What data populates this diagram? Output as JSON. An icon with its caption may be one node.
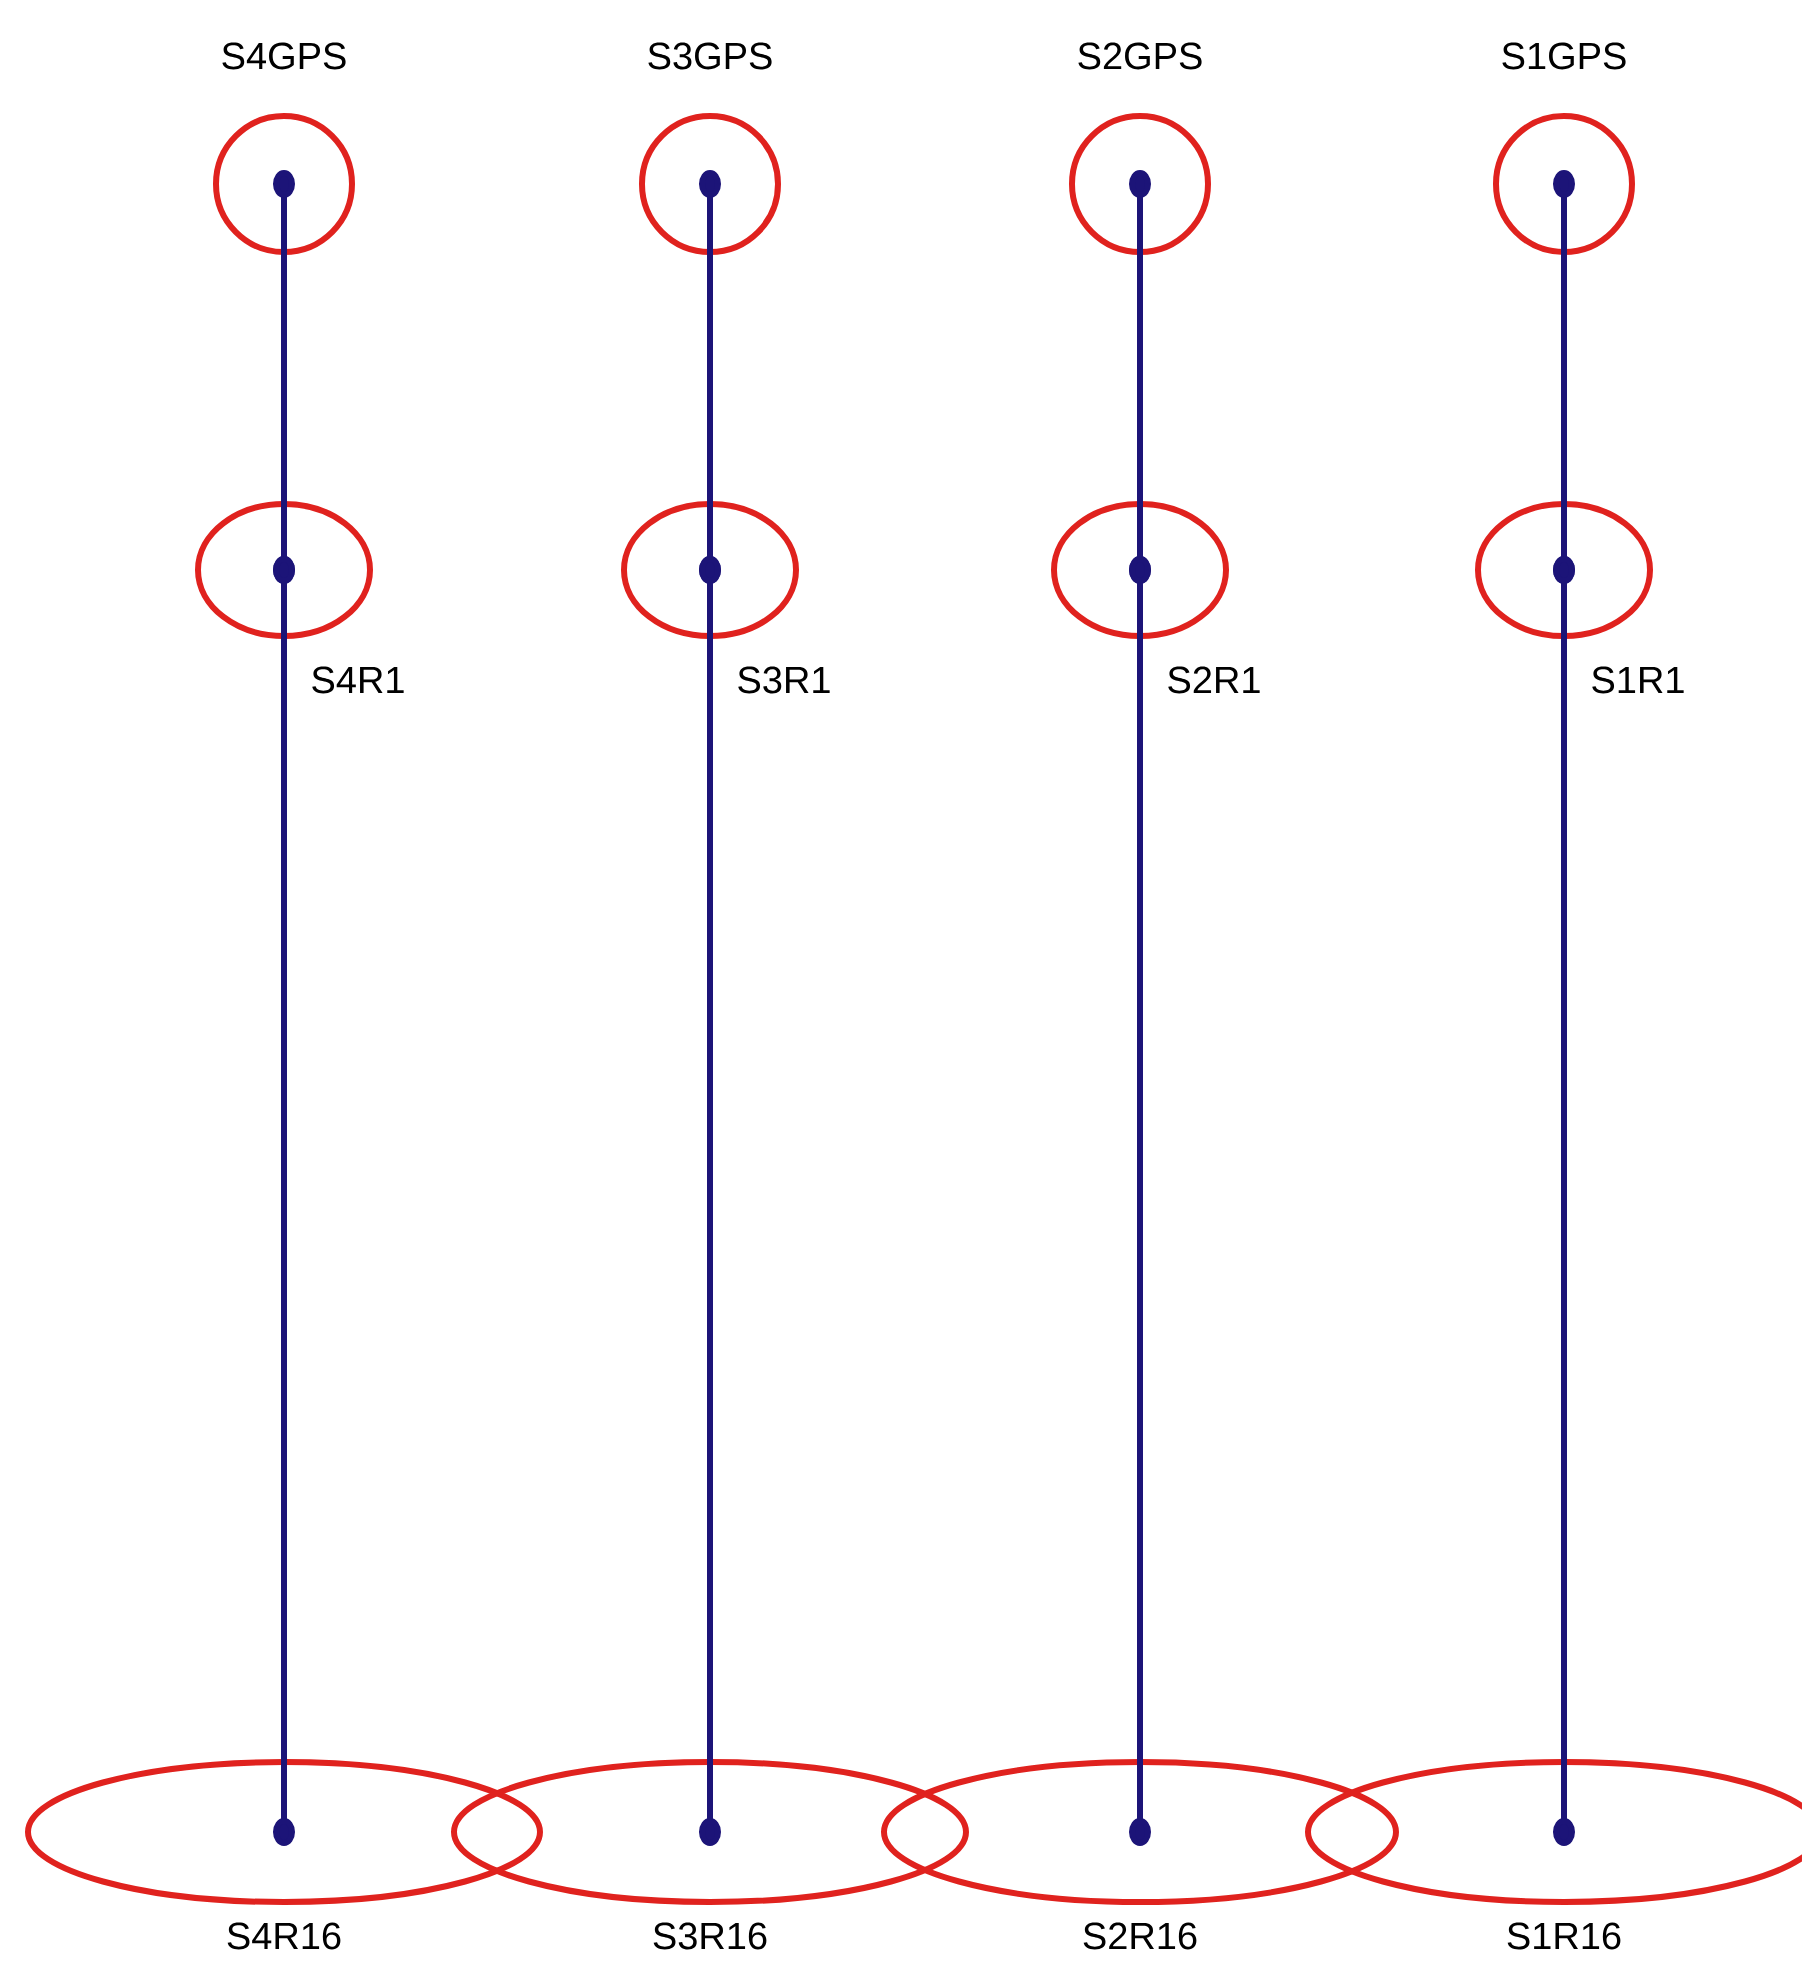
{
  "diagram": {
    "nodes": [
      {
        "text": [
          "S4GPS"
        ]
      },
      {
        "text": [
          "S3GPS"
        ]
      },
      {
        "text": [
          "S2GPS"
        ]
      },
      {
        "text": [
          "S1GPS"
        ]
      },
      {
        "text": [
          "S4R1"
        ]
      },
      {
        "text": [
          "S3R1"
        ]
      },
      {
        "text": [
          "S2R1"
        ]
      },
      {
        "text": [
          "S1R1"
        ]
      },
      {
        "text": [
          "S4R16"
        ]
      },
      {
        "text": [
          "S3R16"
        ]
      },
      {
        "text": [
          "S2R16"
        ]
      },
      {
        "text": [
          "S1R16"
        ]
      }
    ],
    "edges": [
      {
        "from": 0,
        "to": 4,
        "arrow": "other"
      },
      {
        "from": 4,
        "to": 8,
        "arrow": "other"
      },
      {
        "from": 1,
        "to": 5,
        "arrow": "other"
      },
      {
        "from": 5,
        "to": 9,
        "arrow": "other"
      },
      {
        "from": 2,
        "to": 6,
        "arrow": "other"
      },
      {
        "from": 6,
        "to": 10,
        "arrow": "other"
      },
      {
        "from": 3,
        "to": 7,
        "arrow": "other"
      },
      {
        "from": 7,
        "to": 11,
        "arrow": "other"
      }
    ]
  }
}
